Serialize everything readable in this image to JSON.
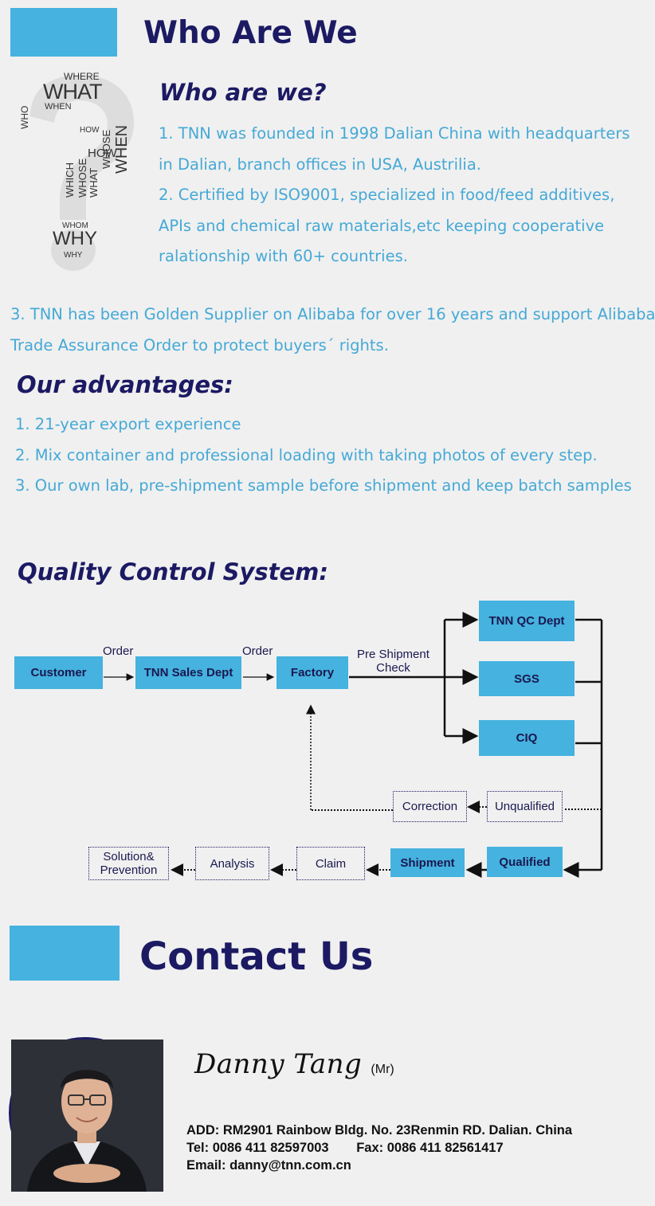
{
  "sections": {
    "who_header": "Who Are We",
    "who_sub": "Who are we?",
    "who_points": [
      "1. TNN was founded in 1998 Dalian China with headquarters",
      "in Dalian, branch offices in USA, Austrilia.",
      "2. Certified by ISO9001, specialized in food/feed additives,",
      "APIs and chemical raw materials,etc keeping cooperative",
      "ralationship with 60+ countries."
    ],
    "who_point3": [
      "3. TNN has been Golden Supplier on Alibaba for over 16 years and support Alibaba",
      "Trade Assurance Order to protect buyers´ rights."
    ],
    "advantages_title": "Our advantages:",
    "advantages": [
      "1. 21-year export experience",
      "2. Mix container and professional loading with taking photos of every step.",
      "3. Our own lab, pre-shipment sample before shipment and keep batch samples"
    ],
    "qc_title": "Quality Control System:",
    "contact_header": "Contact Us"
  },
  "question_mark_words": {
    "where": "WHERE",
    "what": "WHAT",
    "when": "WHEN",
    "who": "WHO",
    "how": "HOW",
    "whose": "WHOSE",
    "which": "WHICH",
    "whom": "WHOM",
    "why": "WHY"
  },
  "flow": {
    "customer": "Customer",
    "sales": "TNN Sales Dept",
    "factory": "Factory",
    "order1": "Order",
    "order2": "Order",
    "pre_shipment": "Pre Shipment",
    "check": "Check",
    "qc_dept": "TNN QC Dept",
    "sgs": "SGS",
    "ciq": "CIQ",
    "correction": "Correction",
    "unqualified": "Unqualified",
    "qualified": "Qualified",
    "shipment": "Shipment",
    "claim": "Claim",
    "analysis": "Analysis",
    "solution1": "Solution&",
    "solution2": "Prevention"
  },
  "contact": {
    "name": "Danny Tang",
    "title": "(Mr)",
    "address": "ADD: RM2901 Rainbow Bldg. No. 23Renmin RD.  Dalian. China",
    "tel": "Tel: 0086 411 82597003",
    "fax": "Fax: 0086 411 82561417",
    "email": "Email: danny@tnn.com.cn"
  },
  "colors": {
    "accent_blue": "#45b2df",
    "navy": "#1c1a63",
    "text_blue": "#45a9d6",
    "background": "#f0f0f0"
  }
}
